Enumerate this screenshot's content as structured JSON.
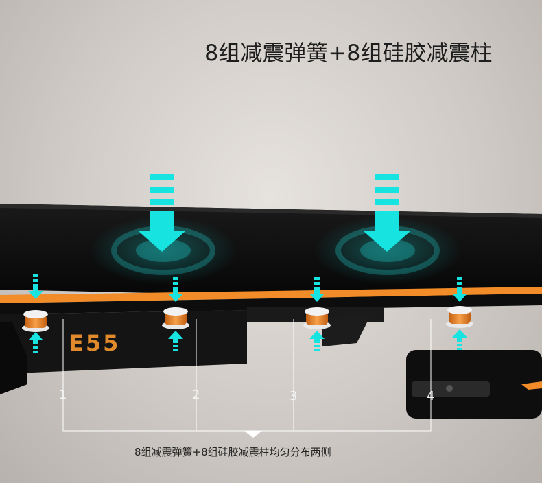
{
  "title": "8组减震弹簧+8组硅胶减震柱",
  "model": "E55",
  "caption": "8组减震弹簧+8组硅胶减震柱均匀分布两侧",
  "callouts": [
    "1",
    "2",
    "3",
    "4"
  ],
  "colors": {
    "accent_cyan": "#17e3e0",
    "stripe_orange": "#f28c28",
    "deck_black": "#0b0b0b",
    "background": "#d9d5d1"
  }
}
